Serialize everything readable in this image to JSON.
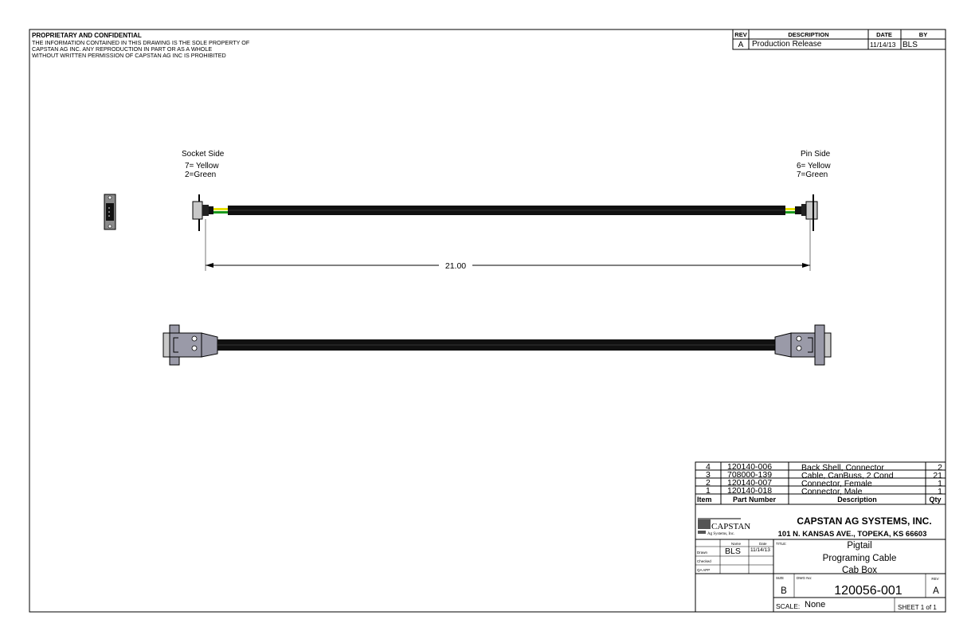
{
  "notice": {
    "title": "PROPRIETARY AND CONFIDENTIAL",
    "lines": [
      "THE INFORMATION CONTAINED IN THIS DRAWING IS THE SOLE PROPERTY OF",
      "CAPSTAN AG INC. ANY REPRODUCTION IN PART OR AS A WHOLE",
      "WITHOUT WRITTEN PERMISSION OF CAPSTAN AG INC IS PROHIBITED"
    ]
  },
  "revision_block": {
    "headers": {
      "rev": "REV",
      "description": "DESCRIPTION",
      "date": "DATE",
      "by": "BY"
    },
    "rows": [
      {
        "rev": "A",
        "description": "Production Release",
        "date": "11/14/13",
        "by": "BLS"
      }
    ]
  },
  "drawing": {
    "socket_side": {
      "label": "Socket Side",
      "pins": [
        "7= Yellow",
        "2=Green"
      ]
    },
    "pin_side": {
      "label": "Pin Side",
      "pins": [
        "6= Yellow",
        "7=Green"
      ]
    },
    "dimension": "21.00",
    "colors": {
      "yellow": "#e8e000",
      "green": "#1a9a1a",
      "cable": "#111111",
      "connector": "#9a9aa8"
    }
  },
  "bom": {
    "headers": {
      "item": "Item",
      "part": "Part Number",
      "description": "Description",
      "qty": "Qty"
    },
    "rows": [
      {
        "item": "4",
        "part": "120140-006",
        "description": "Back Shell, Connector",
        "qty": "2"
      },
      {
        "item": "3",
        "part": "708000-139",
        "description": "Cable, CanBuss, 2 Cond",
        "qty": "21"
      },
      {
        "item": "2",
        "part": "120140-007",
        "description": "Connector, Female",
        "qty": "1"
      },
      {
        "item": "1",
        "part": "120140-018",
        "description": "Connector, Male",
        "qty": "1"
      }
    ]
  },
  "title_block": {
    "logo": {
      "name": "CAPSTAN",
      "sub": "Ag Systems, Inc."
    },
    "company": "CAPSTAN AG SYSTEMS, INC.",
    "address": "101 N. KANSAS AVE., TOPEKA, KS 66603",
    "name_label": "Name",
    "date_label": "Date",
    "drawn_label": "Drawn",
    "checked_label": "Checked",
    "qa_label": "QA APP",
    "drawn_name": "BLS",
    "drawn_date": "11/14/13",
    "title_label": "TITLE:",
    "title_lines": [
      "Pigtail",
      "Programing Cable",
      "Cab Box"
    ],
    "size_label": "SIZE",
    "size": "B",
    "dwg_label": "DWG No:",
    "dwg_no": "120056-001",
    "rev_label": "REV",
    "rev": "A",
    "scale_label": "SCALE:",
    "scale": "None",
    "sheet": "SHEET 1 of 1"
  }
}
